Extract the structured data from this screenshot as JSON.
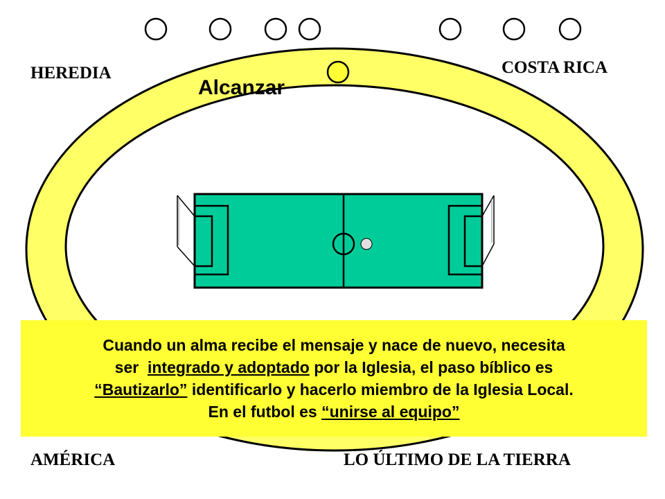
{
  "labels": {
    "heredia": "HEREDIA",
    "costa_rica": "COSTA RICA",
    "america": "AMÉRICA",
    "last_of_earth": "LO ÚLTIMO DE LA TIERRA",
    "reach": "Alcanzar"
  },
  "message": {
    "line1": "Cuando un alma recibe el mensaje y nace de nuevo, necesita",
    "line2_pre": "ser  ",
    "line2_u": "integrado y adoptado",
    "line2_post": " por la Iglesia, el paso bíblico es",
    "line3_u": "“Bautizarlo”",
    "line3_post": " identificarlo y hacerlo miembro de la Iglesia Local.",
    "line4_pre": "En el futbol es ",
    "line4_u": "“unirse al equipo”"
  },
  "colors": {
    "track": "#ffff66",
    "field": "#00cc99",
    "player_highlight": "#ffff33",
    "message_bg": "#ffff33",
    "ball": "#e0e0e0"
  }
}
